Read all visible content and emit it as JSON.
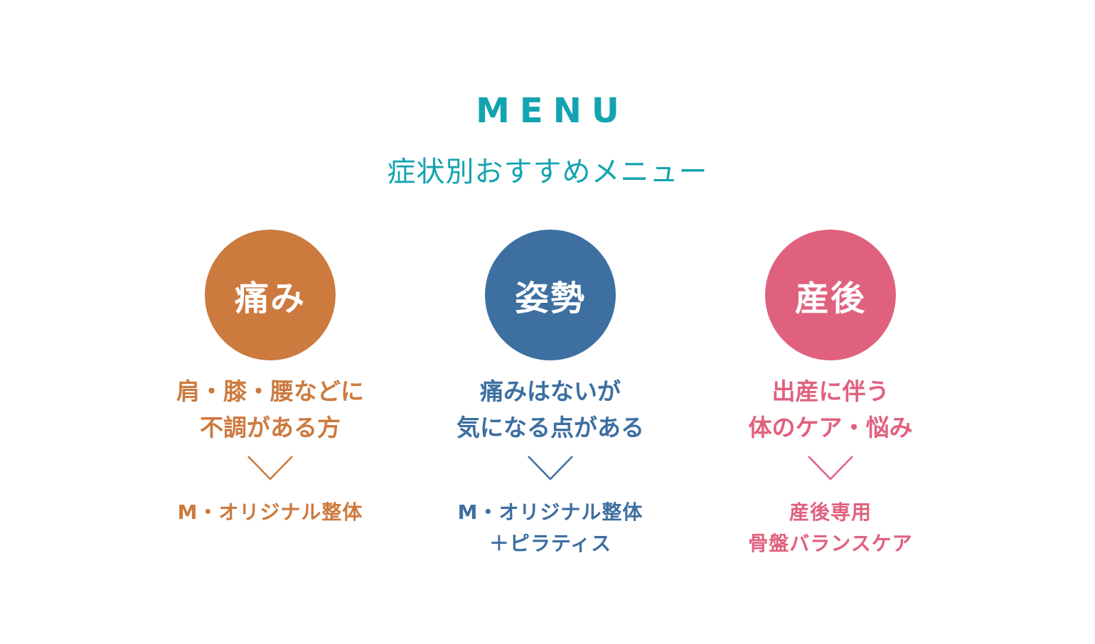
{
  "header": {
    "title": "MENU",
    "subtitle": "症状別おすすめメニュー"
  },
  "colors": {
    "accent": "#14a3b0",
    "pain": "#cc7a3e",
    "posture": "#3d6fa0",
    "postpartum": "#e0617e"
  },
  "columns": [
    {
      "label": "痛み",
      "desc": [
        "肩・膝・腰などに",
        "不調がある方"
      ],
      "menu": [
        "M・オリジナル整体"
      ],
      "color": "#cc7a3e",
      "icon": "chevron-down-icon"
    },
    {
      "label": "姿勢",
      "desc": [
        "痛みはないが",
        "気になる点がある"
      ],
      "menu": [
        "M・オリジナル整体",
        "＋ピラティス"
      ],
      "color": "#3d6fa0",
      "icon": "chevron-down-icon"
    },
    {
      "label": "産後",
      "desc": [
        "出産に伴う",
        "体のケア・悩み"
      ],
      "menu": [
        "産後専用",
        "骨盤バランスケア"
      ],
      "color": "#e0617e",
      "icon": "chevron-down-icon"
    }
  ]
}
